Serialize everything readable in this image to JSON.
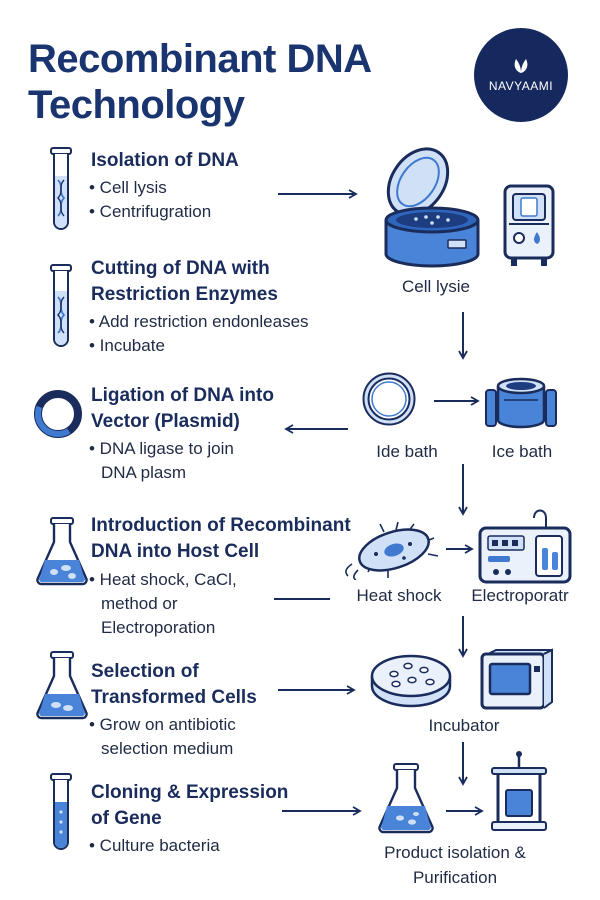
{
  "title": {
    "line1": "Recombinant DNA",
    "line2": "Technology"
  },
  "logo": {
    "name": "NAVYAAMI"
  },
  "steps": [
    {
      "title": [
        "Isolation of DNA"
      ],
      "bullets": [
        "• Cell lysis",
        "• Centrifugration"
      ]
    },
    {
      "title": [
        "Cutting of DNA with",
        "Restriction Enzymes"
      ],
      "bullets": [
        "• Add restriction endonleases",
        "• Incubate"
      ]
    },
    {
      "title": [
        "Ligation of DNA into",
        "Vector (Plasmid)"
      ],
      "bullets": [
        "• DNA ligase to join",
        "DNA plasm"
      ]
    },
    {
      "title": [
        "Introduction of Recombinant",
        "DNA into Host Cell"
      ],
      "bullets": [
        "• Heat shock, CaCl,",
        "method or",
        "Electroporation"
      ]
    },
    {
      "title": [
        "Selection of",
        "Transformed Cells"
      ],
      "bullets": [
        "• Grow on antibiotic",
        "selection medium"
      ]
    },
    {
      "title": [
        "Cloning & Expression",
        "of Gene"
      ],
      "bullets": [
        "• Culture bacteria"
      ]
    }
  ],
  "equipment_labels": {
    "cell_lysie": "Cell lysie",
    "ide_bath": "Ide bath",
    "ice_bath": "Ice bath",
    "heat_shock": "Heat shock",
    "electroporatr": "Electroporatr",
    "incubator": "Incubator",
    "product_isolation": [
      "Product isolation &",
      "Purification"
    ]
  },
  "colors": {
    "navy": "#1a3470",
    "blue": "#3f7ad0",
    "light_blue": "#cfe0f7",
    "ink": "#1f2a44"
  }
}
